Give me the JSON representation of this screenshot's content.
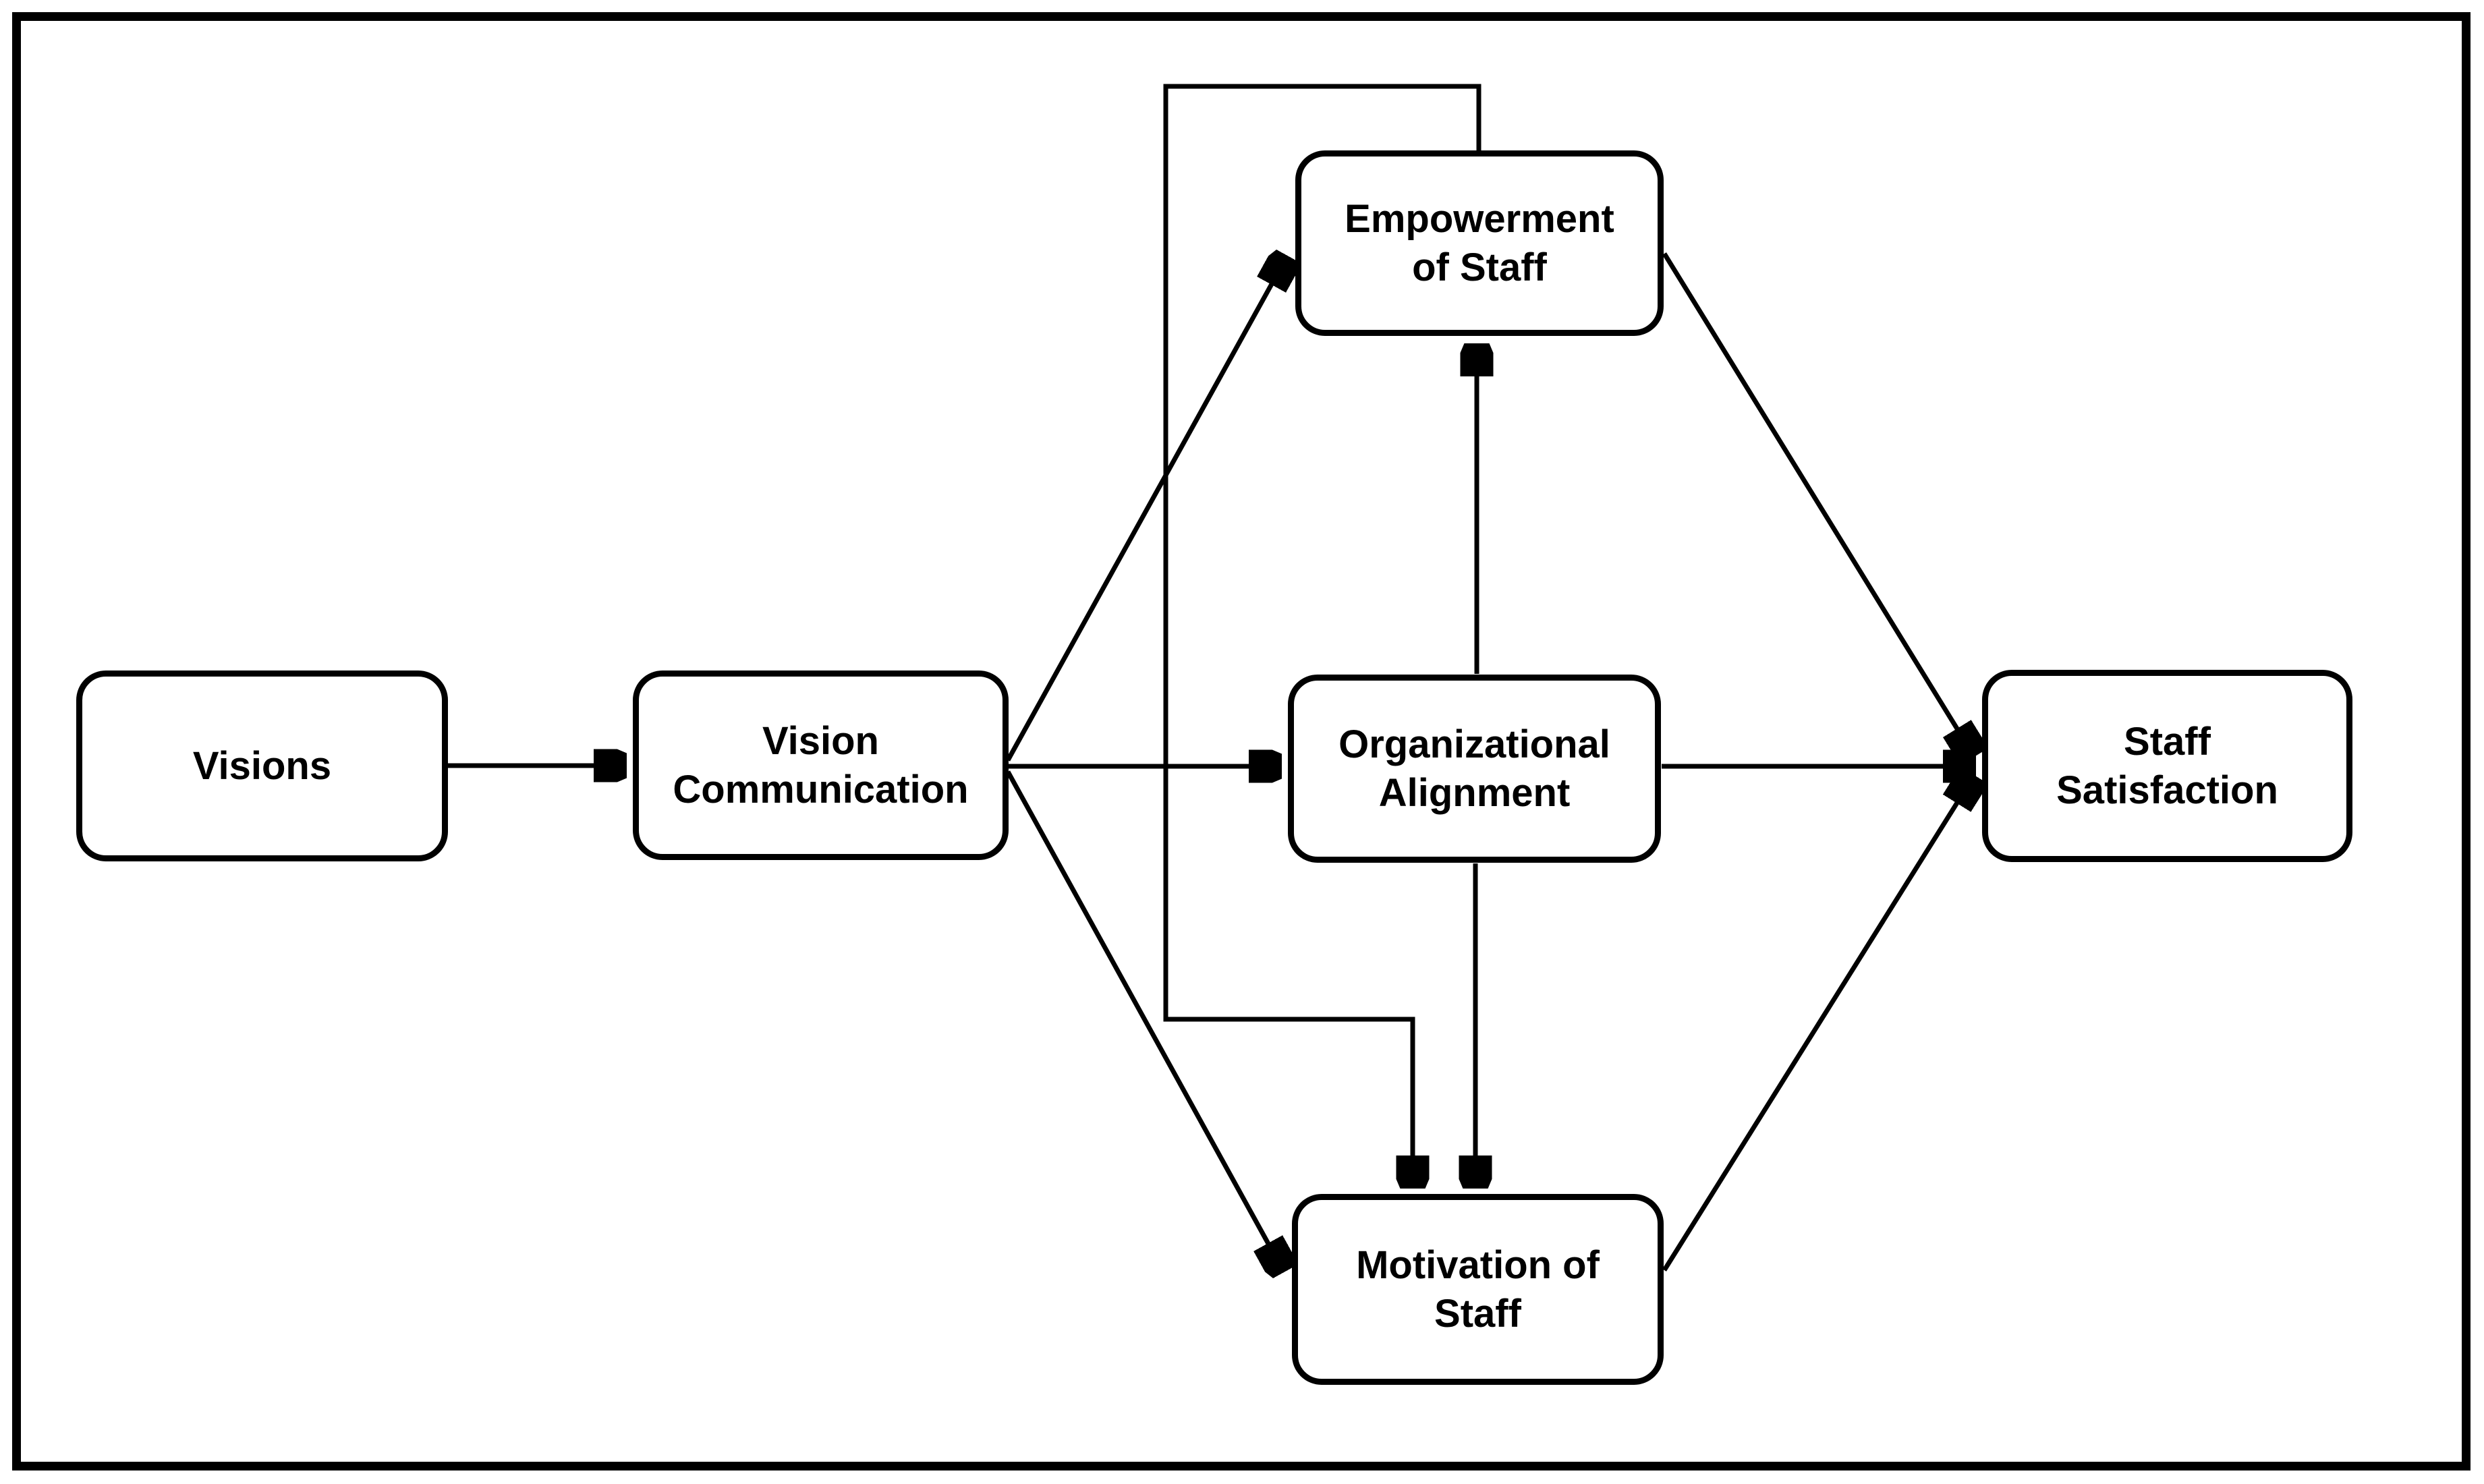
{
  "figure": {
    "background_color": "#ffffff",
    "frame_color": "#000000",
    "line_color": "#000000",
    "node_fill_color": "#ffffff",
    "node_border_color": "#000000",
    "text_color": "#000000"
  },
  "diagram": {
    "type": "flowchart-path-model",
    "nodes": [
      {
        "id": "visions",
        "label": "Visions",
        "lines": [
          "Visions"
        ]
      },
      {
        "id": "vision-communication",
        "label": "Vision Communication",
        "lines": [
          "Vision",
          "Communication"
        ]
      },
      {
        "id": "empowerment-of-staff",
        "label": "Empowerment of Staff",
        "lines": [
          "Empowerment",
          "of Staff"
        ]
      },
      {
        "id": "organizational-alignment",
        "label": "Organizational Alignment",
        "lines": [
          "Organizational",
          "Alignment"
        ]
      },
      {
        "id": "motivation-of-staff",
        "label": "Motivation of Staff",
        "lines": [
          "Motivation of",
          "Staff"
        ]
      },
      {
        "id": "staff-satisfaction",
        "label": "Staff Satisfaction",
        "lines": [
          "Staff",
          "Satisfaction"
        ]
      }
    ],
    "edges": [
      {
        "from": "visions",
        "to": "vision-communication",
        "style": "straight"
      },
      {
        "from": "vision-communication",
        "to": "empowerment-of-staff",
        "style": "straight"
      },
      {
        "from": "vision-communication",
        "to": "organizational-alignment",
        "style": "straight"
      },
      {
        "from": "vision-communication",
        "to": "motivation-of-staff",
        "style": "straight"
      },
      {
        "from": "organizational-alignment",
        "to": "empowerment-of-staff",
        "style": "straight"
      },
      {
        "from": "organizational-alignment",
        "to": "motivation-of-staff",
        "style": "straight"
      },
      {
        "from": "empowerment-of-staff",
        "to": "motivation-of-staff",
        "style": "elbow-around-left"
      },
      {
        "from": "empowerment-of-staff",
        "to": "staff-satisfaction",
        "style": "straight"
      },
      {
        "from": "organizational-alignment",
        "to": "staff-satisfaction",
        "style": "straight"
      },
      {
        "from": "motivation-of-staff",
        "to": "staff-satisfaction",
        "style": "straight"
      }
    ]
  }
}
